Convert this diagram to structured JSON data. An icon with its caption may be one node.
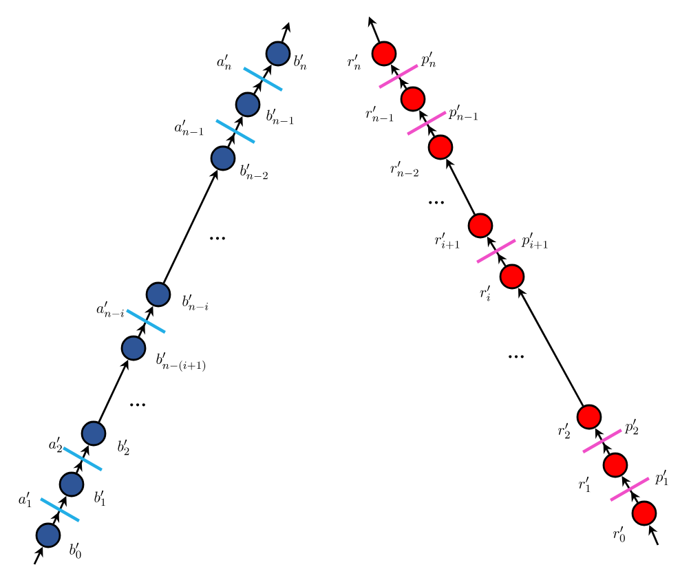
{
  "diagram": {
    "nodes": [
      {
        "text": [],
        "shape": "circle",
        "beside": [
          "b'_0"
        ]
      },
      {
        "text": [],
        "shape": "circle",
        "beside": [
          "b'_1"
        ]
      },
      {
        "text": [],
        "shape": "circle",
        "beside": [
          "b'_2"
        ]
      },
      {
        "text": [],
        "shape": "circle",
        "beside": [
          "b'_{n-(i+1)}"
        ]
      },
      {
        "text": [],
        "shape": "circle",
        "beside": [
          "b'_{n-i}"
        ]
      },
      {
        "text": [],
        "shape": "circle",
        "beside": [
          "b'_{n-2}"
        ]
      },
      {
        "text": [],
        "shape": "circle",
        "beside": [
          "b'_{n-1}"
        ]
      },
      {
        "text": [],
        "shape": "circle",
        "beside": [
          "b'_n"
        ]
      },
      {
        "text": [],
        "shape": "circle",
        "beside": [
          "r'_0"
        ]
      },
      {
        "text": [],
        "shape": "circle",
        "beside": [
          "r'_1"
        ]
      },
      {
        "text": [],
        "shape": "circle",
        "beside": [
          "r'_2"
        ]
      },
      {
        "text": [],
        "shape": "circle",
        "beside": [
          "r'_i"
        ]
      },
      {
        "text": [],
        "shape": "circle",
        "beside": [
          "r'_{i+1}"
        ]
      },
      {
        "text": [],
        "shape": "circle",
        "beside": [
          "r'_{n-2}"
        ]
      },
      {
        "text": [],
        "shape": "circle",
        "beside": [
          "r'_{n-1}"
        ]
      },
      {
        "text": [],
        "shape": "circle",
        "beside": [
          "r'_n"
        ]
      }
    ],
    "edges": [
      {
        "from": null,
        "to": 0,
        "arrow": "to"
      },
      {
        "from": 0,
        "to": 1,
        "arrow": "to",
        "label": "a'_1"
      },
      {
        "from": 1,
        "to": 2,
        "arrow": "to",
        "label": "a'_2"
      },
      {
        "from": 2,
        "to": 3,
        "arrow": "to"
      },
      {
        "from": 3,
        "to": 4,
        "arrow": "to",
        "label": "a'_{n-i}"
      },
      {
        "from": 4,
        "to": 5,
        "arrow": "to"
      },
      {
        "from": 5,
        "to": 6,
        "arrow": "to",
        "label": "a'_{n-1}"
      },
      {
        "from": 6,
        "to": 7,
        "arrow": "to",
        "label": "a'_n"
      },
      {
        "from": 7,
        "to": null,
        "arrow": "to"
      },
      {
        "from": null,
        "to": 8,
        "arrow": "to"
      },
      {
        "from": 8,
        "to": 9,
        "arrow": "to",
        "label": "p'_1"
      },
      {
        "from": 9,
        "to": 10,
        "arrow": "to",
        "label": "p'_2"
      },
      {
        "from": 10,
        "to": 11,
        "arrow": "to"
      },
      {
        "from": 11,
        "to": 12,
        "arrow": "to",
        "label": "p'_{i+1}"
      },
      {
        "from": 12,
        "to": 13,
        "arrow": "to"
      },
      {
        "from": 13,
        "to": 14,
        "arrow": "to",
        "label": "p'_{n-1}"
      },
      {
        "from": 14,
        "to": 15,
        "arrow": "to",
        "label": "p'_n"
      },
      {
        "from": 15,
        "to": null,
        "arrow": "to"
      }
    ],
    "labels": [
      "…",
      "…",
      "…",
      "…"
    ]
  }
}
